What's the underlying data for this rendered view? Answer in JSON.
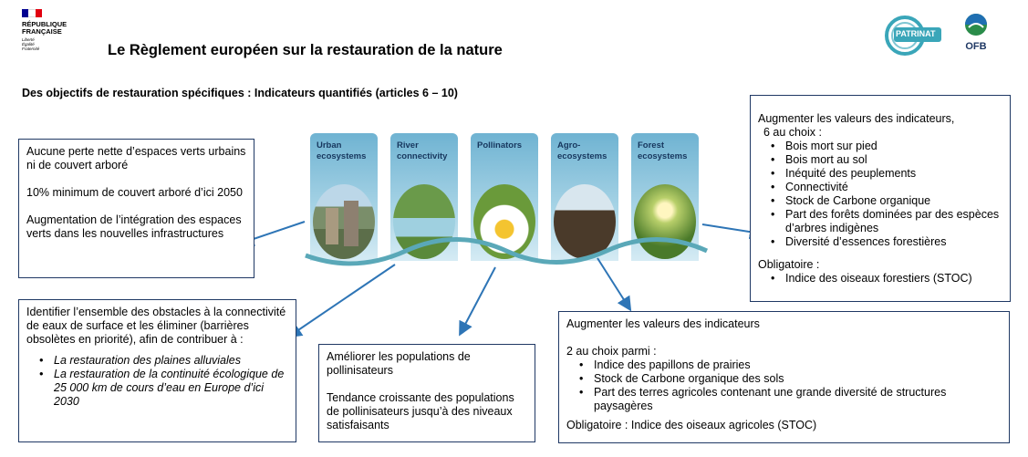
{
  "header": {
    "republic_line1": "RÉPUBLIQUE",
    "republic_line2": "FRANÇAISE",
    "motto": [
      "Liberté",
      "Égalité",
      "Fraternité"
    ],
    "title": "Le Règlement européen sur la restauration de la nature",
    "subtitle": "Des objectifs de restauration spécifiques : Indicateurs quantifiés (articles 6 – 10)",
    "patrinat_logo": "PATRINAT",
    "ofb_logo": "OFB"
  },
  "tiles": [
    {
      "label": "Urban ecosystems",
      "icon": "city-photo"
    },
    {
      "label": "River connectivity",
      "icon": "river-photo"
    },
    {
      "label": "Pollinators",
      "icon": "bee-flower-photo"
    },
    {
      "label": "Agro-ecosystems",
      "icon": "field-photo"
    },
    {
      "label": "Forest ecosystems",
      "icon": "forest-photo"
    }
  ],
  "urban_box": {
    "p1": "Aucune perte nette d’espaces verts urbains ni de couvert arboré",
    "p2": "10% minimum de couvert arboré d’ici 2050",
    "p3": "Augmentation de l’intégration des espaces verts dans les nouvelles infrastructures"
  },
  "river_box": {
    "intro": "Identifier l’ensemble des obstacles à la connectivité de eaux de surface et les éliminer (barrières obsolètes en priorité), afin de contribuer à :",
    "items": [
      "La restauration des plaines alluviales",
      "La restauration de la continuité écologique de 25 000 km de cours d’eau en Europe d’ici 2030"
    ]
  },
  "pollinator_box": {
    "p1": "Améliorer les populations de pollinisateurs",
    "p2": "Tendance croissante des populations de pollinisateurs jusqu’à des niveaux satisfaisants"
  },
  "agro_box": {
    "p1": "Augmenter les valeurs des indicateurs",
    "p2": "2 au choix parmi :",
    "items": [
      "Indice des papillons de prairies",
      "Stock de Carbone organique des sols",
      "Part des terres agricoles contenant une grande diversité de structures paysagères"
    ],
    "p3": "Obligatoire : Indice des oiseaux agricoles (STOC)"
  },
  "forest_box": {
    "p1": "Augmenter les valeurs des indicateurs,",
    "p2": "6 au choix :",
    "items": [
      "Bois mort sur pied",
      "Bois mort au sol",
      "Inéquité des peuplements",
      "Connectivité",
      "Stock de Carbone organique",
      "Part des forêts dominées par des espèces d’arbres indigènes",
      "Diversité d’essences forestières"
    ],
    "p3": "Obligatoire :",
    "mandatory_items": [
      "Indice des oiseaux forestiers (STOC)"
    ]
  },
  "colors": {
    "border": "#1f3864",
    "arrow": "#2e75b6",
    "tile_top": "#6fb3d2"
  }
}
